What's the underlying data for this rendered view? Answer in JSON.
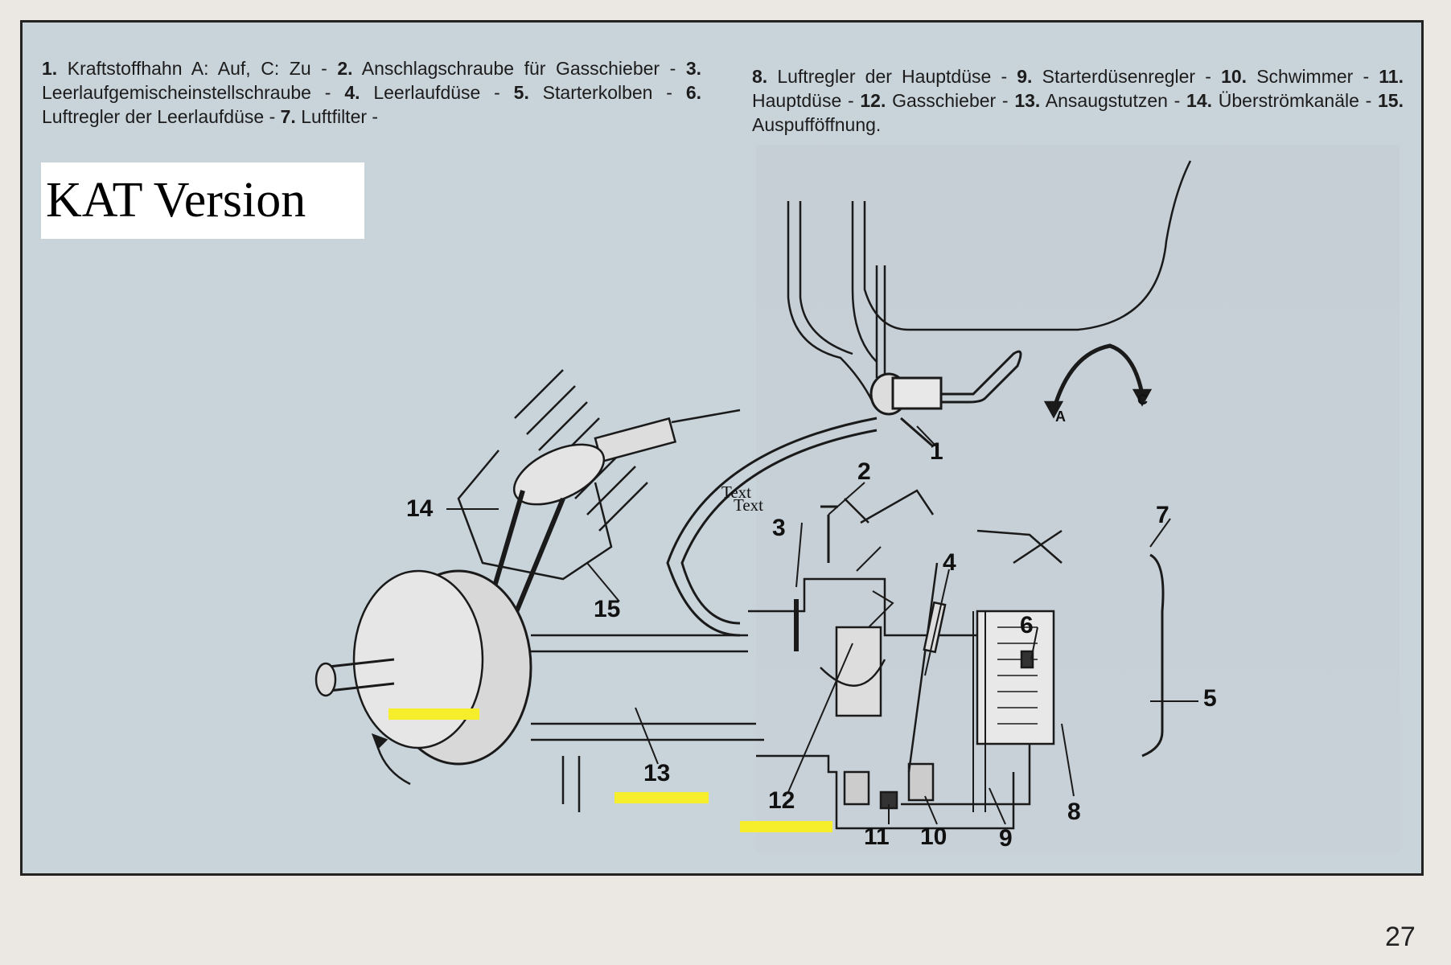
{
  "caption_left": [
    {
      "num": "1.",
      "text": " Kraftstoffhahn A: Auf, C: Zu - "
    },
    {
      "num": "2.",
      "text": " Anschlagschraube für Gasschieber - "
    },
    {
      "num": "3.",
      "text": " Leerlaufgemischeinstellschraube - "
    },
    {
      "num": "4.",
      "text": " Leerlaufdüse - "
    },
    {
      "num": "5.",
      "text": " Starterkolben - "
    },
    {
      "num": "6.",
      "text": " Luftregler der Leerlaufdüse - "
    },
    {
      "num": "7.",
      "text": " Luftfilter -"
    }
  ],
  "caption_right": [
    {
      "num": "8.",
      "text": " Luftregler der Hauptdüse - "
    },
    {
      "num": "9.",
      "text": " Starterdüsenregler - "
    },
    {
      "num": "10.",
      "text": " Schwimmer - "
    },
    {
      "num": "11.",
      "text": " Hauptdüse - "
    },
    {
      "num": "12.",
      "text": " Gasschieber - "
    },
    {
      "num": "13.",
      "text": " Ansaugstutzen - "
    },
    {
      "num": "14.",
      "text": " Überströmkanäle - "
    },
    {
      "num": "15.",
      "text": " Auspufföffnung."
    }
  ],
  "overlay_label": "KAT Version",
  "overlay_texts": [
    "Text",
    "Text"
  ],
  "diagram_labels": {
    "l1": "1",
    "l2": "2",
    "l3": "3",
    "l4": "4",
    "l5": "5",
    "l6": "6",
    "l7": "7",
    "l8": "8",
    "l9": "9",
    "l10": "10",
    "l11": "11",
    "l12": "12",
    "l13": "13",
    "l14": "14",
    "l15": "15",
    "A": "A",
    "C": "C"
  },
  "page_number": "27",
  "colors": {
    "highlight": "#f6ee2a",
    "paper": "#c9d3da"
  }
}
